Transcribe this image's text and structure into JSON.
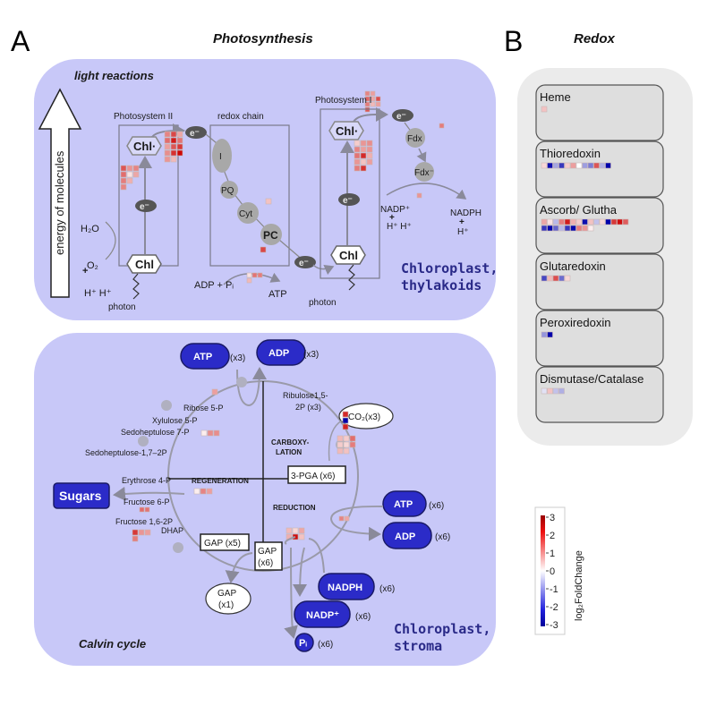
{
  "panels": {
    "a": {
      "letter": "A",
      "title": "Photosynthesis",
      "light": {
        "section_label": "light reactions",
        "energy_axis": "energy of molecules",
        "psii": "Photosystem II",
        "redox_chain": "redox chain",
        "psi": "Photosystem I",
        "chl_excited": "Chl·",
        "chl": "Chl",
        "electron": "e⁻",
        "complex_I": "I",
        "pq": "PQ",
        "cyt": "Cyt",
        "pc": "PC",
        "fdx": "Fdx",
        "fdx_reduced": "Fdx⁻",
        "h2o": "H₂O",
        "o2": "O₂",
        "plus": "+",
        "h_plus_pair": "H⁺  H⁺",
        "photon": "photon",
        "adp_pi": "ADP + Pᵢ",
        "atp": "ATP",
        "nadp_plus": "NADP⁺",
        "nadph": "NADPH",
        "h_plus": "H⁺",
        "compartment_line1": "Chloroplast,",
        "compartment_line2": "thylakoids"
      },
      "calvin": {
        "section_label": "Calvin cycle",
        "atp_top": "ATP",
        "atp_top_mult": "(x3)",
        "adp_top": "ADP",
        "adp_top_mult": "(x3)",
        "ribulose_l1": "Ribulose1,5-",
        "ribulose_l2": "2P (x3)",
        "co2": "CO₂(x3)",
        "carboxylation_l1": "CARBOXY-",
        "carboxylation_l2": "LATION",
        "pga": "3-PGA (x6)",
        "regeneration": "REGENERATION",
        "reduction": "REDUCTION",
        "ribose": "Ribose 5-P",
        "xylulose": "Xylulose 5-P",
        "sedo7": "Sedoheptulose 7-P",
        "sedo17": "Sedoheptulose-1,7–2P",
        "erythrose": "Erythrose 4-P",
        "fructose6": "Fructose 6-P",
        "fructose16": "Fructose 1,6-2P",
        "dhap": "DHAP",
        "sugars": "Sugars",
        "gap5": "GAP (x5)",
        "gap6_l1": "GAP",
        "gap6_l2": "(x6)",
        "gap1_l1": "GAP",
        "gap1_l2": "(x1)",
        "atp_right": "ATP",
        "atp_right_mult": "(x6)",
        "adp_right": "ADP",
        "adp_right_mult": "(x6)",
        "nadph": "NADPH",
        "nadph_mult": "(x6)",
        "nadp": "NADP⁺",
        "nadp_mult": "(x6)",
        "pi": "Pᵢ",
        "pi_mult": "(x6)",
        "compartment_line1": "Chloroplast,",
        "compartment_line2": "stroma"
      }
    },
    "b": {
      "letter": "B",
      "title": "Redox",
      "groups": [
        {
          "name": "Heme",
          "values": [
            [
              0.5
            ]
          ]
        },
        {
          "name": "Thioredoxin",
          "values": [
            [
              0.3,
              -2.8,
              -0.8,
              -2.2,
              0.4,
              0.9,
              0.0,
              -0.9,
              -1.3,
              1.8,
              -0.7,
              -3.0
            ]
          ]
        },
        {
          "name": "Ascorb/ Glutha",
          "values": [
            [
              0.8,
              0.2,
              -0.6,
              1.3,
              2.6,
              0.7,
              0.4,
              -2.8,
              0.5,
              -0.5,
              0.3,
              -3.0,
              2.2,
              2.8,
              1.7
            ],
            [
              -2.2,
              -2.9,
              -1.6,
              -0.6,
              -2.2,
              -2.9,
              1.3,
              1.0,
              0.1
            ]
          ]
        },
        {
          "name": "Glutaredoxin",
          "values": [
            [
              -2.0,
              0.6,
              1.9,
              -1.5,
              0.3
            ]
          ]
        },
        {
          "name": "Peroxiredoxin",
          "values": [
            [
              -1.0,
              -3.0
            ]
          ]
        },
        {
          "name": "Dismutase/Catalase",
          "values": [
            [
              -0.2,
              0.5,
              -0.5,
              -0.7
            ]
          ]
        }
      ]
    }
  },
  "legend": {
    "title": "log₂FoldChange",
    "ticks": [
      "3",
      "2",
      "1",
      "0",
      "-1",
      "-2",
      "-3"
    ],
    "range": [
      -3,
      3
    ],
    "colors": {
      "high": "#cc0000",
      "mid": "#ffffff",
      "low": "#0000aa"
    }
  },
  "heatmaps": {
    "psii_right": {
      "cols": 3,
      "values": [
        1.2,
        2.0,
        0.8,
        1.5,
        2.6,
        1.4,
        0.9,
        1.8,
        2.2,
        1.1,
        2.3,
        2.9,
        1.0,
        0.6,
        null
      ]
    },
    "psii_left": {
      "cols": 3,
      "values": [
        1.8,
        1.0,
        1.2,
        1.5,
        0.2,
        0.8,
        1.3,
        0.7,
        null,
        1.2,
        null,
        null
      ]
    },
    "redox_cyt": {
      "cols": 1,
      "values": [
        0.5
      ]
    },
    "redox_pc": {
      "cols": 1,
      "values": [
        2.0
      ]
    },
    "atp_synthase": {
      "cols": 3,
      "values": [
        0.2,
        1.4,
        1.3,
        0.6,
        null,
        null
      ]
    },
    "psi_top": {
      "cols": 3,
      "values": [
        1.2,
        0.9,
        null,
        1.6,
        0.8,
        1.9,
        1.3,
        0.6,
        0.9,
        1.8,
        null,
        null
      ]
    },
    "psi_right": {
      "cols": 3,
      "values": [
        0.4,
        1.0,
        1.1,
        1.2,
        0.9,
        1.0,
        1.4,
        2.4,
        0.7,
        1.0,
        0.5,
        0.9,
        1.3,
        2.3,
        null
      ]
    },
    "fdx": {
      "cols": 1,
      "values": [
        1.3
      ]
    },
    "fnr": {
      "cols": 1,
      "values": [
        1.0
      ]
    },
    "ribose": {
      "cols": 1,
      "values": [
        0.9
      ]
    },
    "sedo7": {
      "cols": 3,
      "values": [
        0.1,
        1.1,
        1.1
      ]
    },
    "co2": {
      "cols": 1,
      "values": [
        2.4,
        -3.0,
        2.5
      ]
    },
    "rubisco": {
      "cols": 3,
      "values": [
        0.6,
        0.4,
        1.5,
        0.4,
        0.3,
        1.3,
        0.6,
        0.5,
        null
      ]
    },
    "regeneration": {
      "cols": 3,
      "values": [
        0.1,
        1.2,
        0.9
      ]
    },
    "fructose6": {
      "cols": 2,
      "values": [
        1.5,
        1.4
      ]
    },
    "fructose16": {
      "cols": 3,
      "values": [
        2.2,
        1.0,
        0.9,
        1.3,
        null,
        null
      ]
    },
    "reduction_atp": {
      "cols": 2,
      "values": [
        1.2,
        0.8
      ]
    },
    "gapdh": {
      "cols": 3,
      "values": [
        0.6,
        0.3,
        0.8,
        0.7,
        2.8,
        0.5
      ]
    }
  }
}
